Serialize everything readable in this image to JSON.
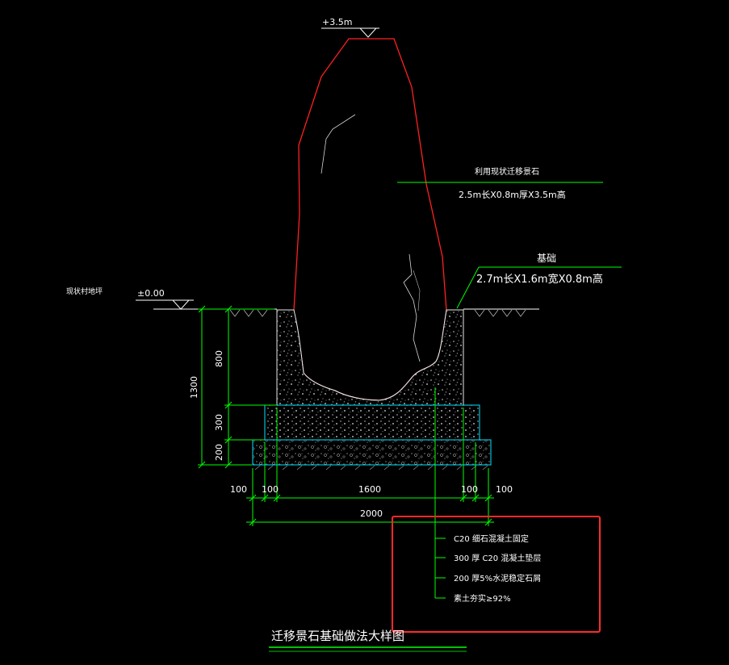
{
  "drawing": {
    "title": "迁移景石基础做法大样图",
    "top_level": "+3.5m",
    "ground_level": "±0.00",
    "ground_label": "现状村地坪",
    "stone_label": "利用现状迁移景石",
    "stone_size": "2.5m长X0.8m厚X3.5m高",
    "foundation_label": "基础",
    "foundation_size": "2.7m长X1.6m宽X0.8m高",
    "dimensions": {
      "total_height": "1300",
      "h_concrete": "800",
      "h_slab": "300",
      "h_base": "200",
      "w_left_outer": "100",
      "w_left_inner": "100",
      "w_center": "1600",
      "w_right_inner": "100",
      "w_right_outer": "100",
      "w_total": "2000"
    },
    "layers": [
      "C20  细石混凝土固定",
      "300  厚  C20 混凝土垫层",
      "200  厚5%水泥稳定石屑",
      "素土夯实≥92%"
    ],
    "colors": {
      "stone_outline": "#ff2020",
      "leader": "#00ff00",
      "dimension": "#00ff00",
      "slab_outline": "#00e5ff",
      "highlight_box": "#ff2a2a",
      "text": "#ffffff"
    }
  }
}
